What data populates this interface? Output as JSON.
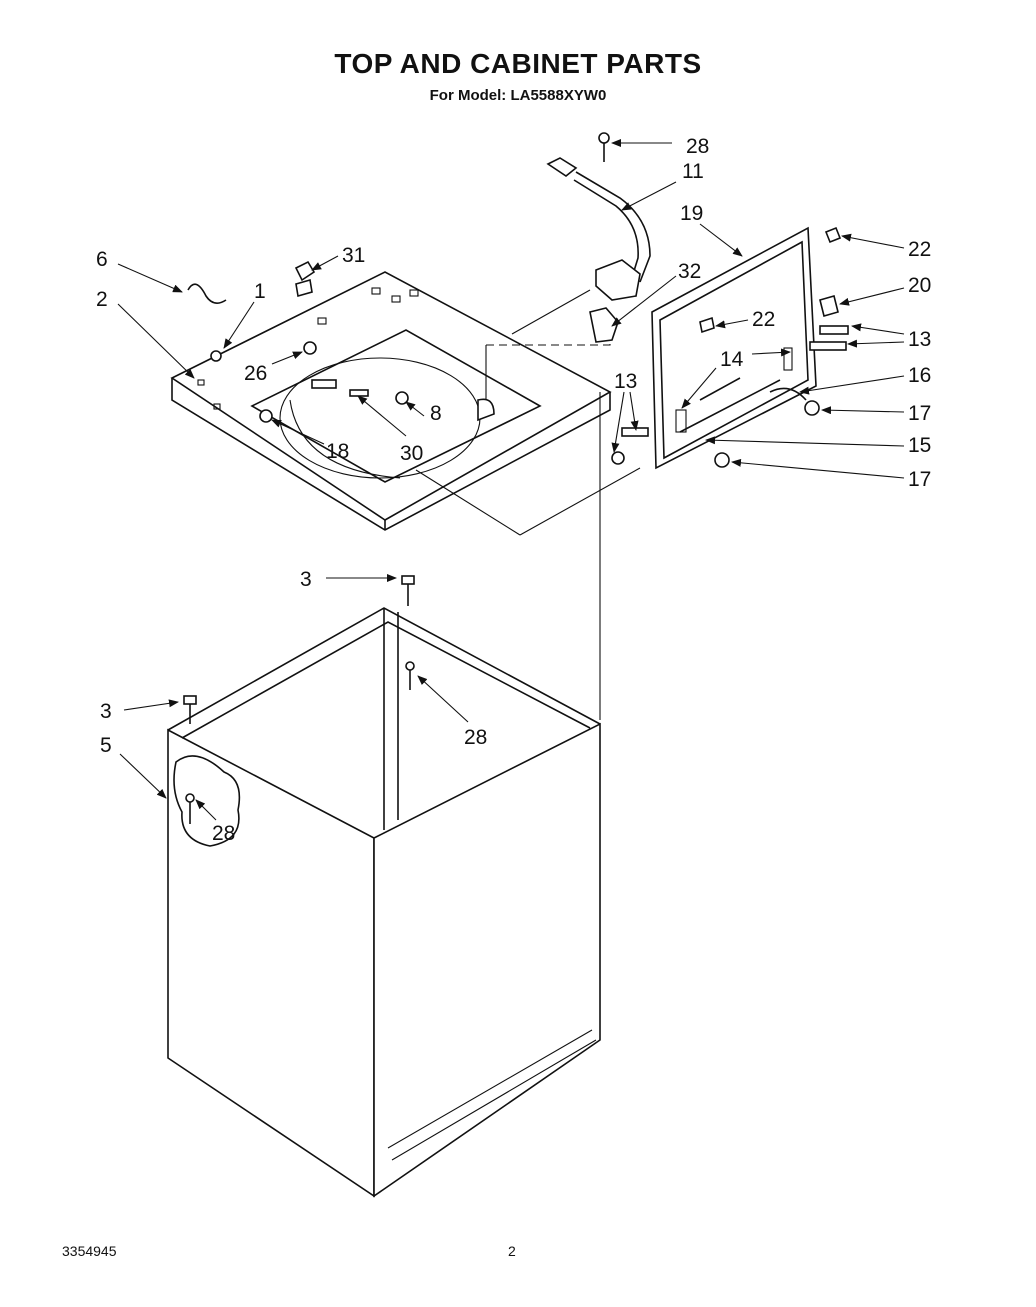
{
  "title": "TOP AND CABINET PARTS",
  "subtitle": "For Model: LA5588XYW0",
  "doc_number": "3354945",
  "page_number": "2",
  "callouts": {
    "c28_top": "28",
    "c11": "11",
    "c19": "19",
    "c22_right": "22",
    "c6": "6",
    "c31": "31",
    "c1": "1",
    "c32": "32",
    "c20": "20",
    "c2": "2",
    "c22_mid": "22",
    "c13_right": "13",
    "c14": "14",
    "c26": "26",
    "c16": "16",
    "c13_left": "13",
    "c17_upper": "17",
    "c8": "8",
    "c18": "18",
    "c30": "30",
    "c15": "15",
    "c17_lower": "17",
    "c3_upper": "3",
    "c3_lower": "3",
    "c28_mid": "28",
    "c5": "5",
    "c28_low": "28"
  }
}
